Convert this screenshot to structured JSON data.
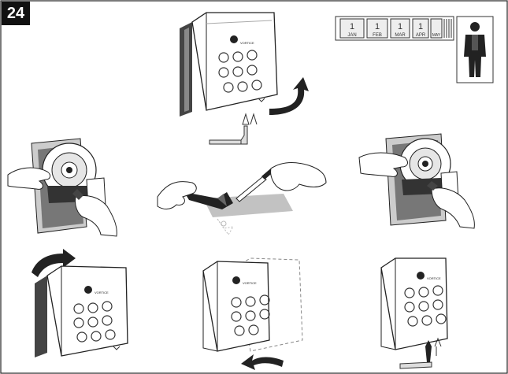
{
  "step_number": "24",
  "calendar": {
    "months": [
      "JAN",
      "FEB",
      "MAR",
      "APR",
      "MAY"
    ],
    "day_digit": "1"
  },
  "panels": [
    {
      "id": "top-center",
      "description": "cover with screwdriver"
    },
    {
      "id": "middle-left",
      "description": "clean impeller"
    },
    {
      "id": "middle-center",
      "description": "brush"
    },
    {
      "id": "middle-right",
      "description": "clean impeller"
    },
    {
      "id": "bottom-left",
      "description": "cover tilt"
    },
    {
      "id": "bottom-center",
      "description": "cover slide"
    },
    {
      "id": "bottom-right",
      "description": "cover fixed"
    }
  ],
  "brand_mark": "VORTICE"
}
